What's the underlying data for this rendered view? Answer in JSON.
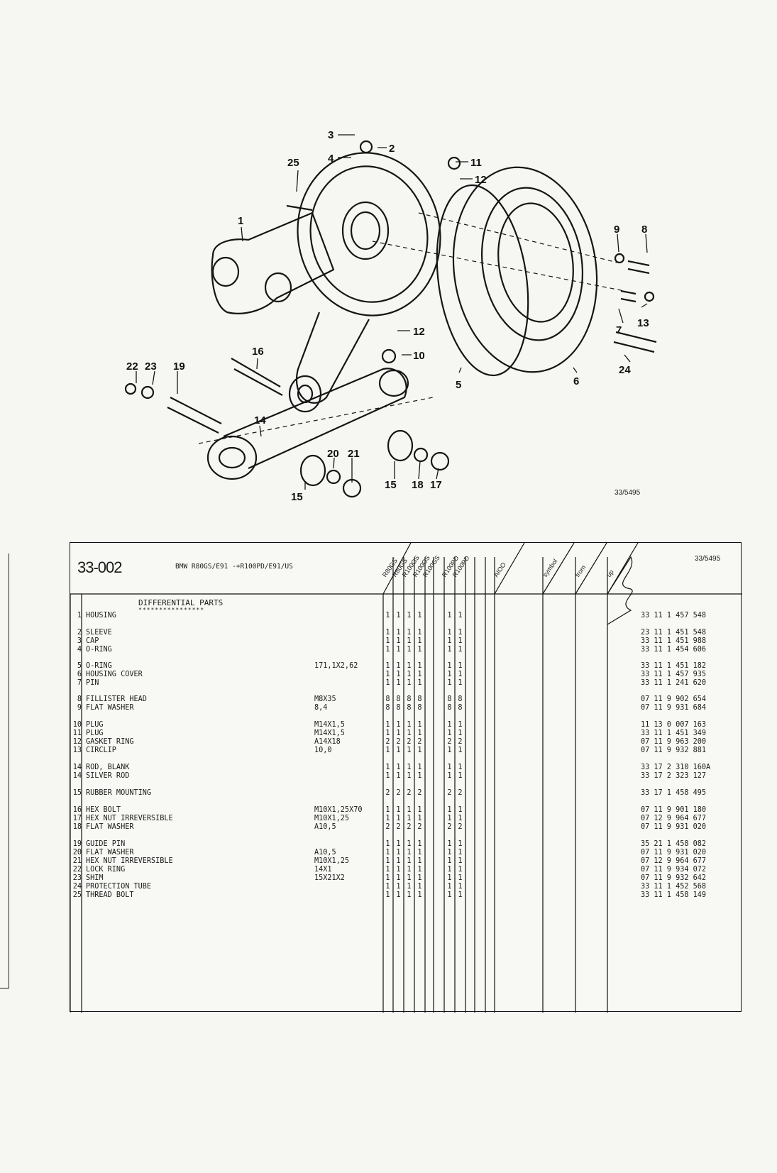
{
  "diagram": {
    "callouts": [
      "3",
      "2",
      "4",
      "25",
      "11",
      "12",
      "1",
      "9",
      "8",
      "7",
      "13",
      "12",
      "10",
      "24",
      "16",
      "22",
      "23",
      "19",
      "5",
      "6",
      "14",
      "20",
      "21",
      "15",
      "18",
      "17",
      "15"
    ],
    "drawing_ref": "33/5495"
  },
  "sheet": {
    "group_code": "33-002",
    "model": "BMW R80GS/E91 -+R100PD/E91/US",
    "drawing_ref": "33/5495",
    "group_title": "DIFFERENTIAL PARTS",
    "group_title_underline": "****************",
    "column_heads": [
      "R80GS",
      "R80GS",
      "R100GS",
      "R100GS",
      "R100GS",
      "R100PD",
      "R100PD",
      "AIOO",
      "symbol",
      "from",
      "up"
    ]
  },
  "rows": [
    {
      "no": "1",
      "desc": "HOUSING",
      "size": "",
      "qty": [
        "1",
        "1",
        "1",
        "1",
        "",
        "1",
        "1"
      ],
      "part": "33 11 1 457 548"
    },
    {
      "no": "2",
      "desc": "SLEEVE",
      "size": "",
      "qty": [
        "1",
        "1",
        "1",
        "1",
        "",
        "1",
        "1"
      ],
      "part": "23 11 1 451 548"
    },
    {
      "no": "3",
      "desc": "CAP",
      "size": "",
      "qty": [
        "1",
        "1",
        "1",
        "1",
        "",
        "1",
        "1"
      ],
      "part": "33 11 1 451 988"
    },
    {
      "no": "4",
      "desc": "O-RING",
      "size": "",
      "qty": [
        "1",
        "1",
        "1",
        "1",
        "",
        "1",
        "1"
      ],
      "part": "33 11 1 454 606"
    },
    {
      "no": "5",
      "desc": "O-RING",
      "size": "171,1X2,62",
      "qty": [
        "1",
        "1",
        "1",
        "1",
        "",
        "1",
        "1"
      ],
      "part": "33 11 1 451 182"
    },
    {
      "no": "6",
      "desc": "HOUSING COVER",
      "size": "",
      "qty": [
        "1",
        "1",
        "1",
        "1",
        "",
        "1",
        "1"
      ],
      "part": "33 11 1 457 935"
    },
    {
      "no": "7",
      "desc": "PIN",
      "size": "",
      "qty": [
        "1",
        "1",
        "1",
        "1",
        "",
        "1",
        "1"
      ],
      "part": "33 11 1 241 620"
    },
    {
      "no": "8",
      "desc": "FILLISTER HEAD",
      "size": "M8X35",
      "qty": [
        "8",
        "8",
        "8",
        "8",
        "",
        "8",
        "8"
      ],
      "part": "07 11 9 902 654"
    },
    {
      "no": "9",
      "desc": "FLAT WASHER",
      "size": "8,4",
      "qty": [
        "8",
        "8",
        "8",
        "8",
        "",
        "8",
        "8"
      ],
      "part": "07 11 9 931 684"
    },
    {
      "no": "10",
      "desc": "PLUG",
      "size": "M14X1,5",
      "qty": [
        "1",
        "1",
        "1",
        "1",
        "",
        "1",
        "1"
      ],
      "part": "11 13 0 007 163"
    },
    {
      "no": "11",
      "desc": "PLUG",
      "size": "M14X1,5",
      "qty": [
        "1",
        "1",
        "1",
        "1",
        "",
        "1",
        "1"
      ],
      "part": "33 11 1 451 349"
    },
    {
      "no": "12",
      "desc": "GASKET RING",
      "size": "A14X18",
      "qty": [
        "2",
        "2",
        "2",
        "2",
        "",
        "2",
        "2"
      ],
      "part": "07 11 9 963 200"
    },
    {
      "no": "13",
      "desc": "CIRCLIP",
      "size": "10,0",
      "qty": [
        "1",
        "1",
        "1",
        "1",
        "",
        "1",
        "1"
      ],
      "part": "07 11 9 932 881"
    },
    {
      "no": "14",
      "desc": "ROD, BLANK",
      "size": "",
      "qty": [
        "1",
        "1",
        "1",
        "1",
        "",
        "1",
        "1"
      ],
      "part": "33 17 2 310 160A"
    },
    {
      "no": "14",
      "desc": "SILVER ROD",
      "size": "",
      "qty": [
        "1",
        "1",
        "1",
        "1",
        "",
        "1",
        "1"
      ],
      "part": "33 17 2 323 127"
    },
    {
      "no": "15",
      "desc": "RUBBER MOUNTING",
      "size": "",
      "qty": [
        "2",
        "2",
        "2",
        "2",
        "",
        "2",
        "2"
      ],
      "part": "33 17 1 458 495"
    },
    {
      "no": "16",
      "desc": "HEX BOLT",
      "size": "M10X1,25X70",
      "qty": [
        "1",
        "1",
        "1",
        "1",
        "",
        "1",
        "1"
      ],
      "part": "07 11 9 901 180"
    },
    {
      "no": "17",
      "desc": "HEX NUT IRREVERSIBLE",
      "size": "M10X1,25",
      "qty": [
        "1",
        "1",
        "1",
        "1",
        "",
        "1",
        "1"
      ],
      "part": "07 12 9 964 677"
    },
    {
      "no": "18",
      "desc": "FLAT WASHER",
      "size": "A10,5",
      "qty": [
        "2",
        "2",
        "2",
        "2",
        "",
        "2",
        "2"
      ],
      "part": "07 11 9 931 020"
    },
    {
      "no": "19",
      "desc": "GUIDE PIN",
      "size": "",
      "qty": [
        "1",
        "1",
        "1",
        "1",
        "",
        "1",
        "1"
      ],
      "part": "35 21 1 458 082"
    },
    {
      "no": "20",
      "desc": "FLAT WASHER",
      "size": "A10,5",
      "qty": [
        "1",
        "1",
        "1",
        "1",
        "",
        "1",
        "1"
      ],
      "part": "07 11 9 931 020"
    },
    {
      "no": "21",
      "desc": "HEX NUT IRREVERSIBLE",
      "size": "M10X1,25",
      "qty": [
        "1",
        "1",
        "1",
        "1",
        "",
        "1",
        "1"
      ],
      "part": "07 12 9 964 677"
    },
    {
      "no": "22",
      "desc": "LOCK RING",
      "size": "14X1",
      "qty": [
        "1",
        "1",
        "1",
        "1",
        "",
        "1",
        "1"
      ],
      "part": "07 11 9 934 072"
    },
    {
      "no": "23",
      "desc": "SHIM",
      "size": "15X21X2",
      "qty": [
        "1",
        "1",
        "1",
        "1",
        "",
        "1",
        "1"
      ],
      "part": "07 11 9 932 642"
    },
    {
      "no": "24",
      "desc": "PROTECTION TUBE",
      "size": "",
      "qty": [
        "1",
        "1",
        "1",
        "1",
        "",
        "1",
        "1"
      ],
      "part": "33 11 1 452 568"
    },
    {
      "no": "25",
      "desc": "THREAD BOLT",
      "size": "",
      "qty": [
        "1",
        "1",
        "1",
        "1",
        "",
        "1",
        "1"
      ],
      "part": "33 11 1 458 149"
    }
  ]
}
